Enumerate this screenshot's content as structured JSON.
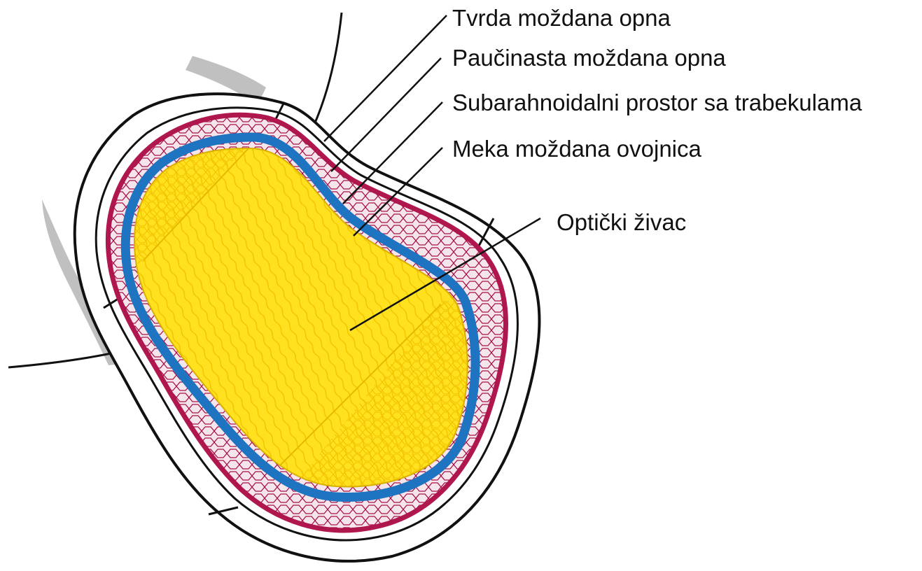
{
  "labels": {
    "dura": "Tvrda moždana opna",
    "arachnoid": "Paučinasta moždana opna",
    "subarachnoid": "Subarahnoidalni prostor sa trabekulama",
    "pia": "Meka moždana ovojnica",
    "optic_nerve": "Optički živac"
  },
  "colors": {
    "outline": "#111111",
    "dura_band": "#ffffff",
    "arachnoid_band": "#b0174e",
    "trabecular_mesh": "#a8124a",
    "pia_band": "#1e74c0",
    "nerve_fill": "#ffe11f",
    "nerve_fibers": "#f2c400",
    "shading": "#9a9a9a"
  }
}
